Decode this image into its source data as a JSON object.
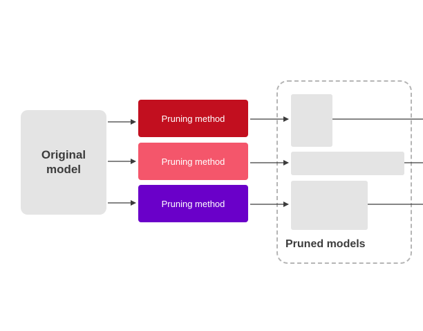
{
  "original": {
    "line1": "Original",
    "line2": "model"
  },
  "methods": [
    {
      "label": "Pruning method",
      "color": "#c20f1f"
    },
    {
      "label": "Pruning method",
      "color": "#f4566b"
    },
    {
      "label": "Pruning method",
      "color": "#6a00c9"
    }
  ],
  "pruned_label": "Pruned models",
  "colors": {
    "box_gray": "#e4e4e4",
    "dashed_border": "#b5b5b5",
    "arrow": "#3c3c3c",
    "text": "#3c3c3c"
  }
}
